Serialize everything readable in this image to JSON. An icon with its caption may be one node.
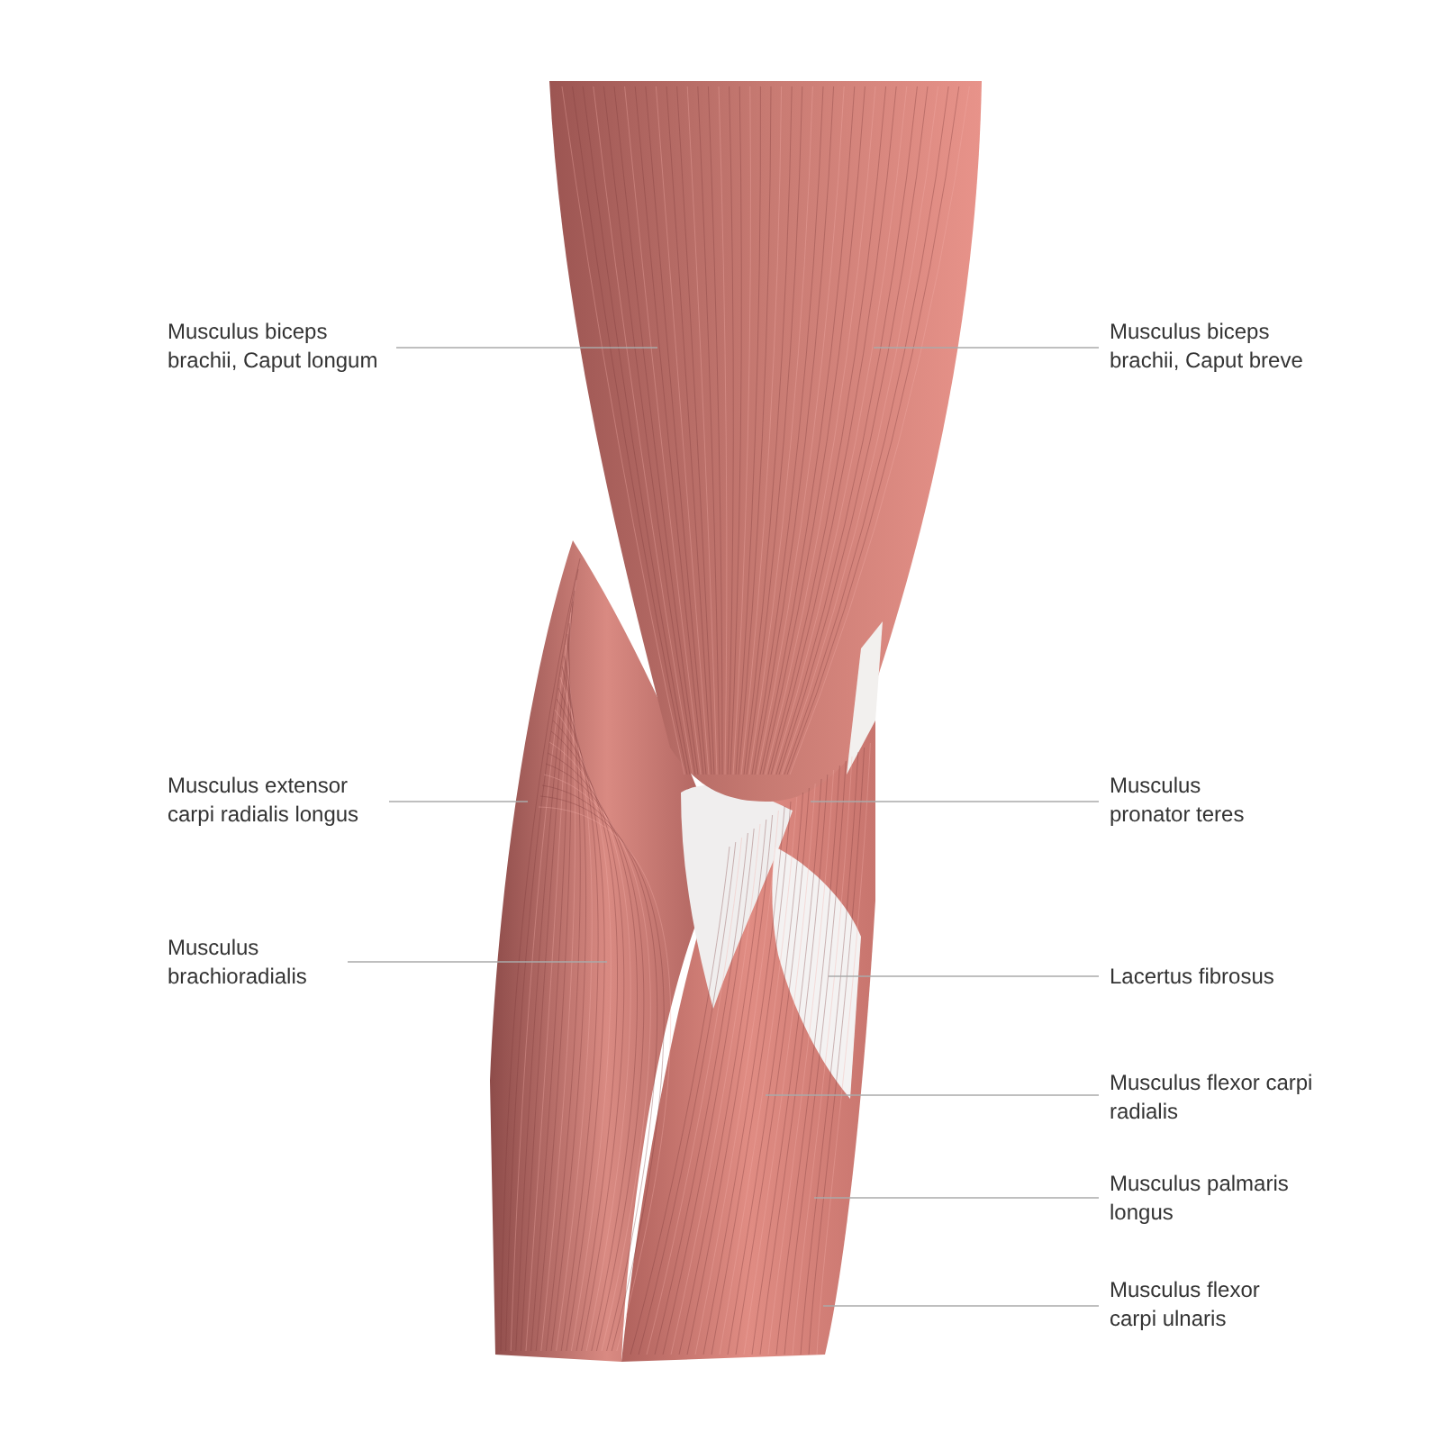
{
  "diagram": {
    "nodes": [
      {
        "text": [
          "Musculus biceps brachii, Caput longum"
        ]
      },
      {
        "text": [
          "Musculus biceps brachii, Caput breve"
        ]
      },
      {
        "text": [
          "Musculus extensor carpi radialis longus"
        ]
      },
      {
        "text": [
          "Musculus pronator teres"
        ]
      },
      {
        "text": [
          "Musculus brachioradialis"
        ]
      },
      {
        "text": [
          "Lacertus fibrosus"
        ]
      },
      {
        "text": [
          "Musculus flexor carpi radialis"
        ]
      },
      {
        "text": [
          "Musculus palmaris longus"
        ]
      },
      {
        "text": [
          "Musculus flexor carpi ulnaris"
        ]
      }
    ],
    "edges": [
      {
        "from": 0,
        "to": null,
        "arrow": "none"
      },
      {
        "from": 1,
        "to": null,
        "arrow": "none"
      },
      {
        "from": 2,
        "to": null,
        "arrow": "none"
      },
      {
        "from": 3,
        "to": null,
        "arrow": "none"
      },
      {
        "from": 4,
        "to": null,
        "arrow": "none"
      },
      {
        "from": 5,
        "to": null,
        "arrow": "none"
      },
      {
        "from": 6,
        "to": null,
        "arrow": "none"
      },
      {
        "from": 7,
        "to": null,
        "arrow": "none"
      },
      {
        "from": 8,
        "to": null,
        "arrow": "none"
      }
    ]
  }
}
